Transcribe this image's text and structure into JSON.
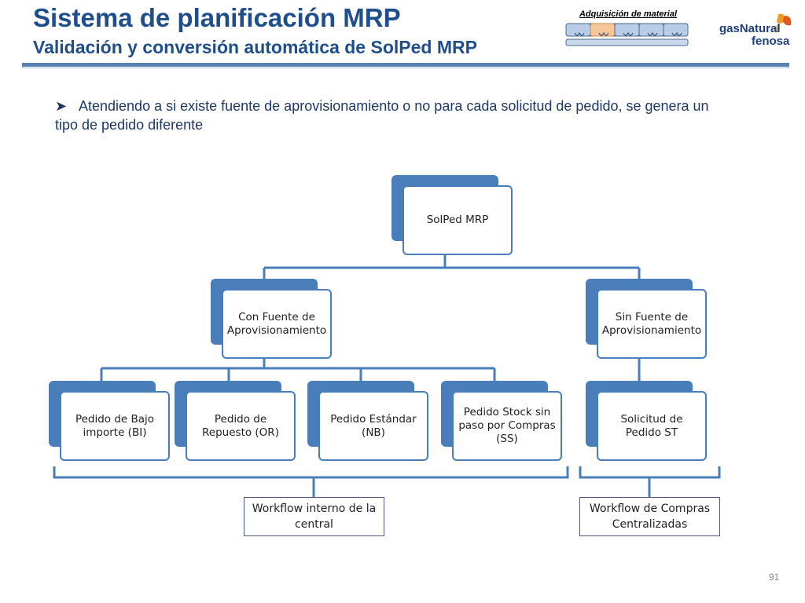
{
  "header": {
    "title": "Sistema de planificación MRP",
    "subtitle": "Validación y conversión automática de SolPed MRP"
  },
  "process_indicator": {
    "label": "Adquisición de material"
  },
  "logo": {
    "line1": "gasNatural",
    "line2": "fenosa"
  },
  "bullet": {
    "text": "Atendiendo a si existe fuente de aprovisionamiento o no para cada solicitud de pedido, se genera un tipo de pedido diferente"
  },
  "diagram": {
    "root": "SolPed MRP",
    "branch_left": "Con Fuente de Aprovisionamiento",
    "branch_right": "Sin Fuente de Aprovisionamiento",
    "leaves_left": [
      "Pedido de Bajo importe (BI)",
      "Pedido de Repuesto (OR)",
      "Pedido Estándar (NB)",
      "Pedido Stock sin paso por Compras (SS)"
    ],
    "leaf_right": "Solicitud de Pedido ST",
    "workflow_left": "Workflow interno de la central",
    "workflow_right": "Workflow  de Compras Centralizadas"
  },
  "page_number": "91",
  "colors": {
    "title": "#1f4e8c",
    "node_border": "#4a7ebb",
    "connector": "#4a7ebb",
    "rule": "#5a7fb0"
  }
}
